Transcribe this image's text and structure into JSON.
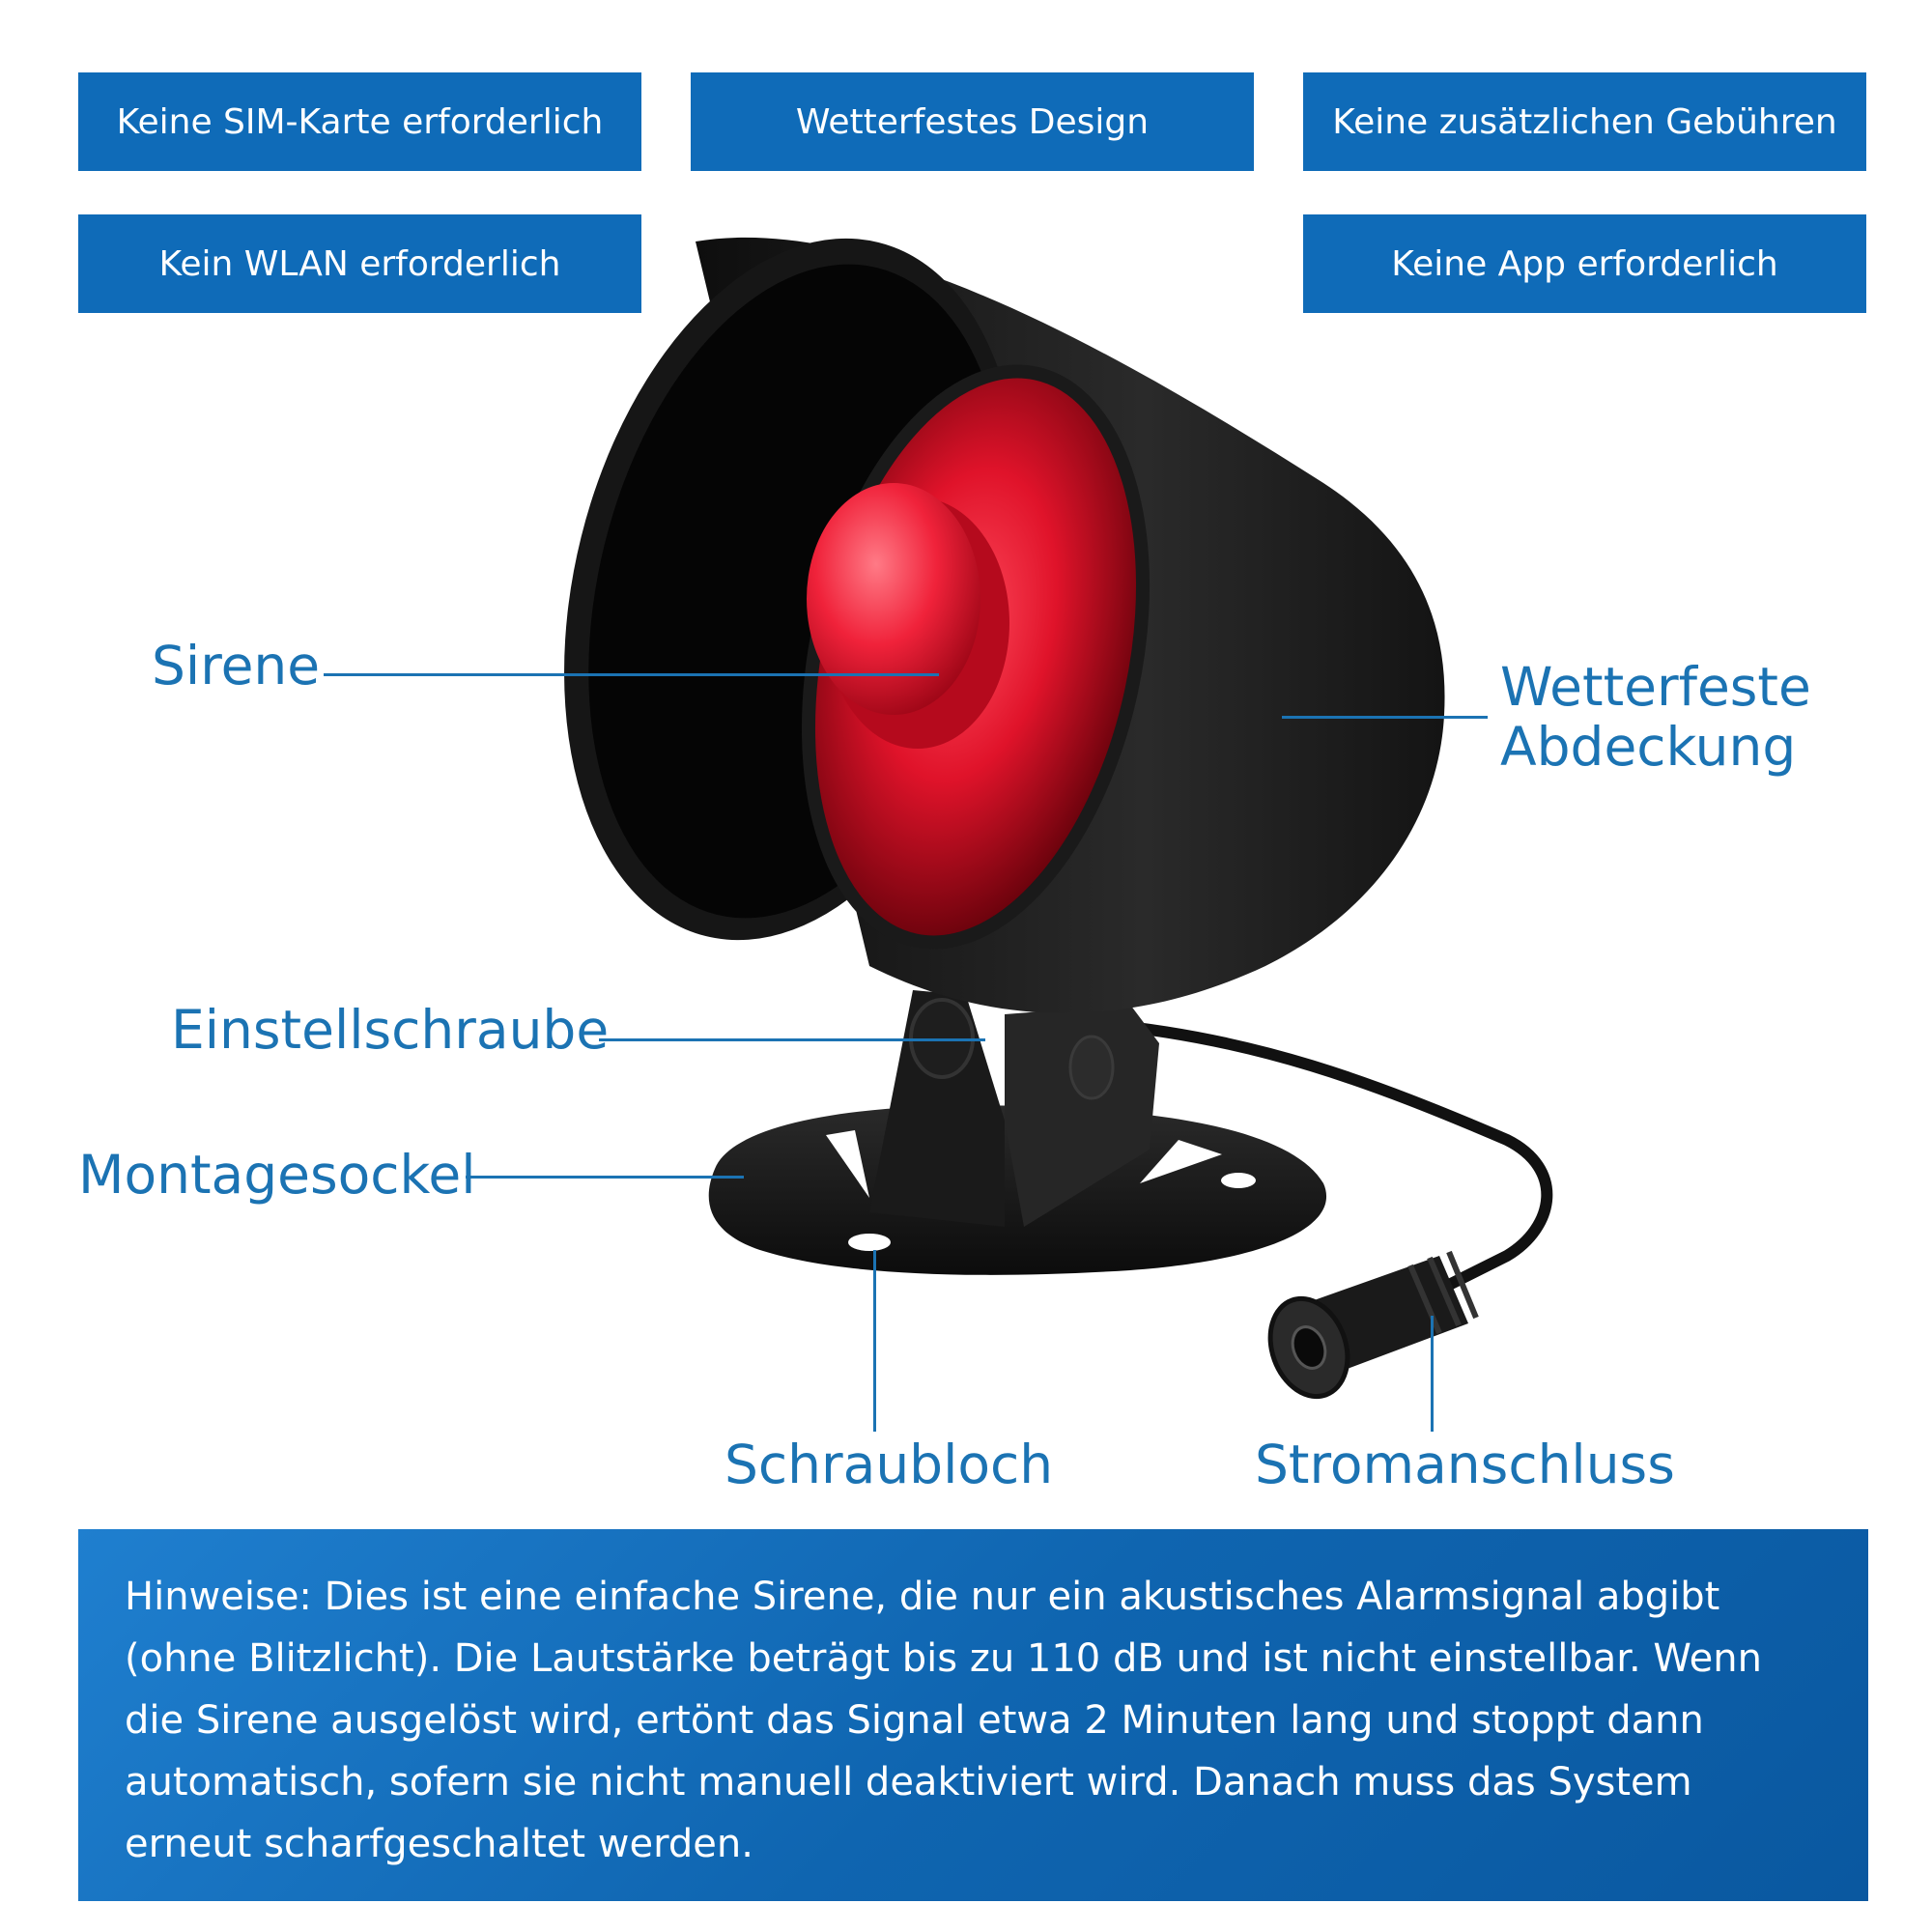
{
  "badges": {
    "no_sim": "Keine SIM-Karte erforderlich",
    "weatherproof": "Wetterfestes Design",
    "no_fees": "Keine zusätzlichen Gebühren",
    "no_wifi": "Kein WLAN erforderlich",
    "no_app": "Keine App erforderlich"
  },
  "callouts": {
    "siren": "Sirene",
    "cover_line1": "Wetterfeste",
    "cover_line2": "Abdeckung",
    "adjust_screw": "Einstellschraube",
    "mount_base": "Montagesockel",
    "screw_hole": "Schraubloch",
    "power_port": "Stromanschluss"
  },
  "note": {
    "text": "Hinweise: Dies ist eine einfache Sirene, die nur ein akustisches Alarmsignal abgibt (ohne Blitzlicht). Die Lautstärke beträgt bis zu 110 dB und ist nicht einstellbar. Wenn die Sirene ausgelöst wird, ertönt das Signal etwa 2 Minuten lang und stoppt dann automatisch, sofern sie nicht manuell deaktiviert wird. Danach muss das System erneut scharfgeschaltet werden."
  },
  "colors": {
    "badge_blue": "#0f6bb8",
    "label_blue": "#1b73b3",
    "siren_red": "#e0132a",
    "housing_black": "#1c1c1c"
  }
}
